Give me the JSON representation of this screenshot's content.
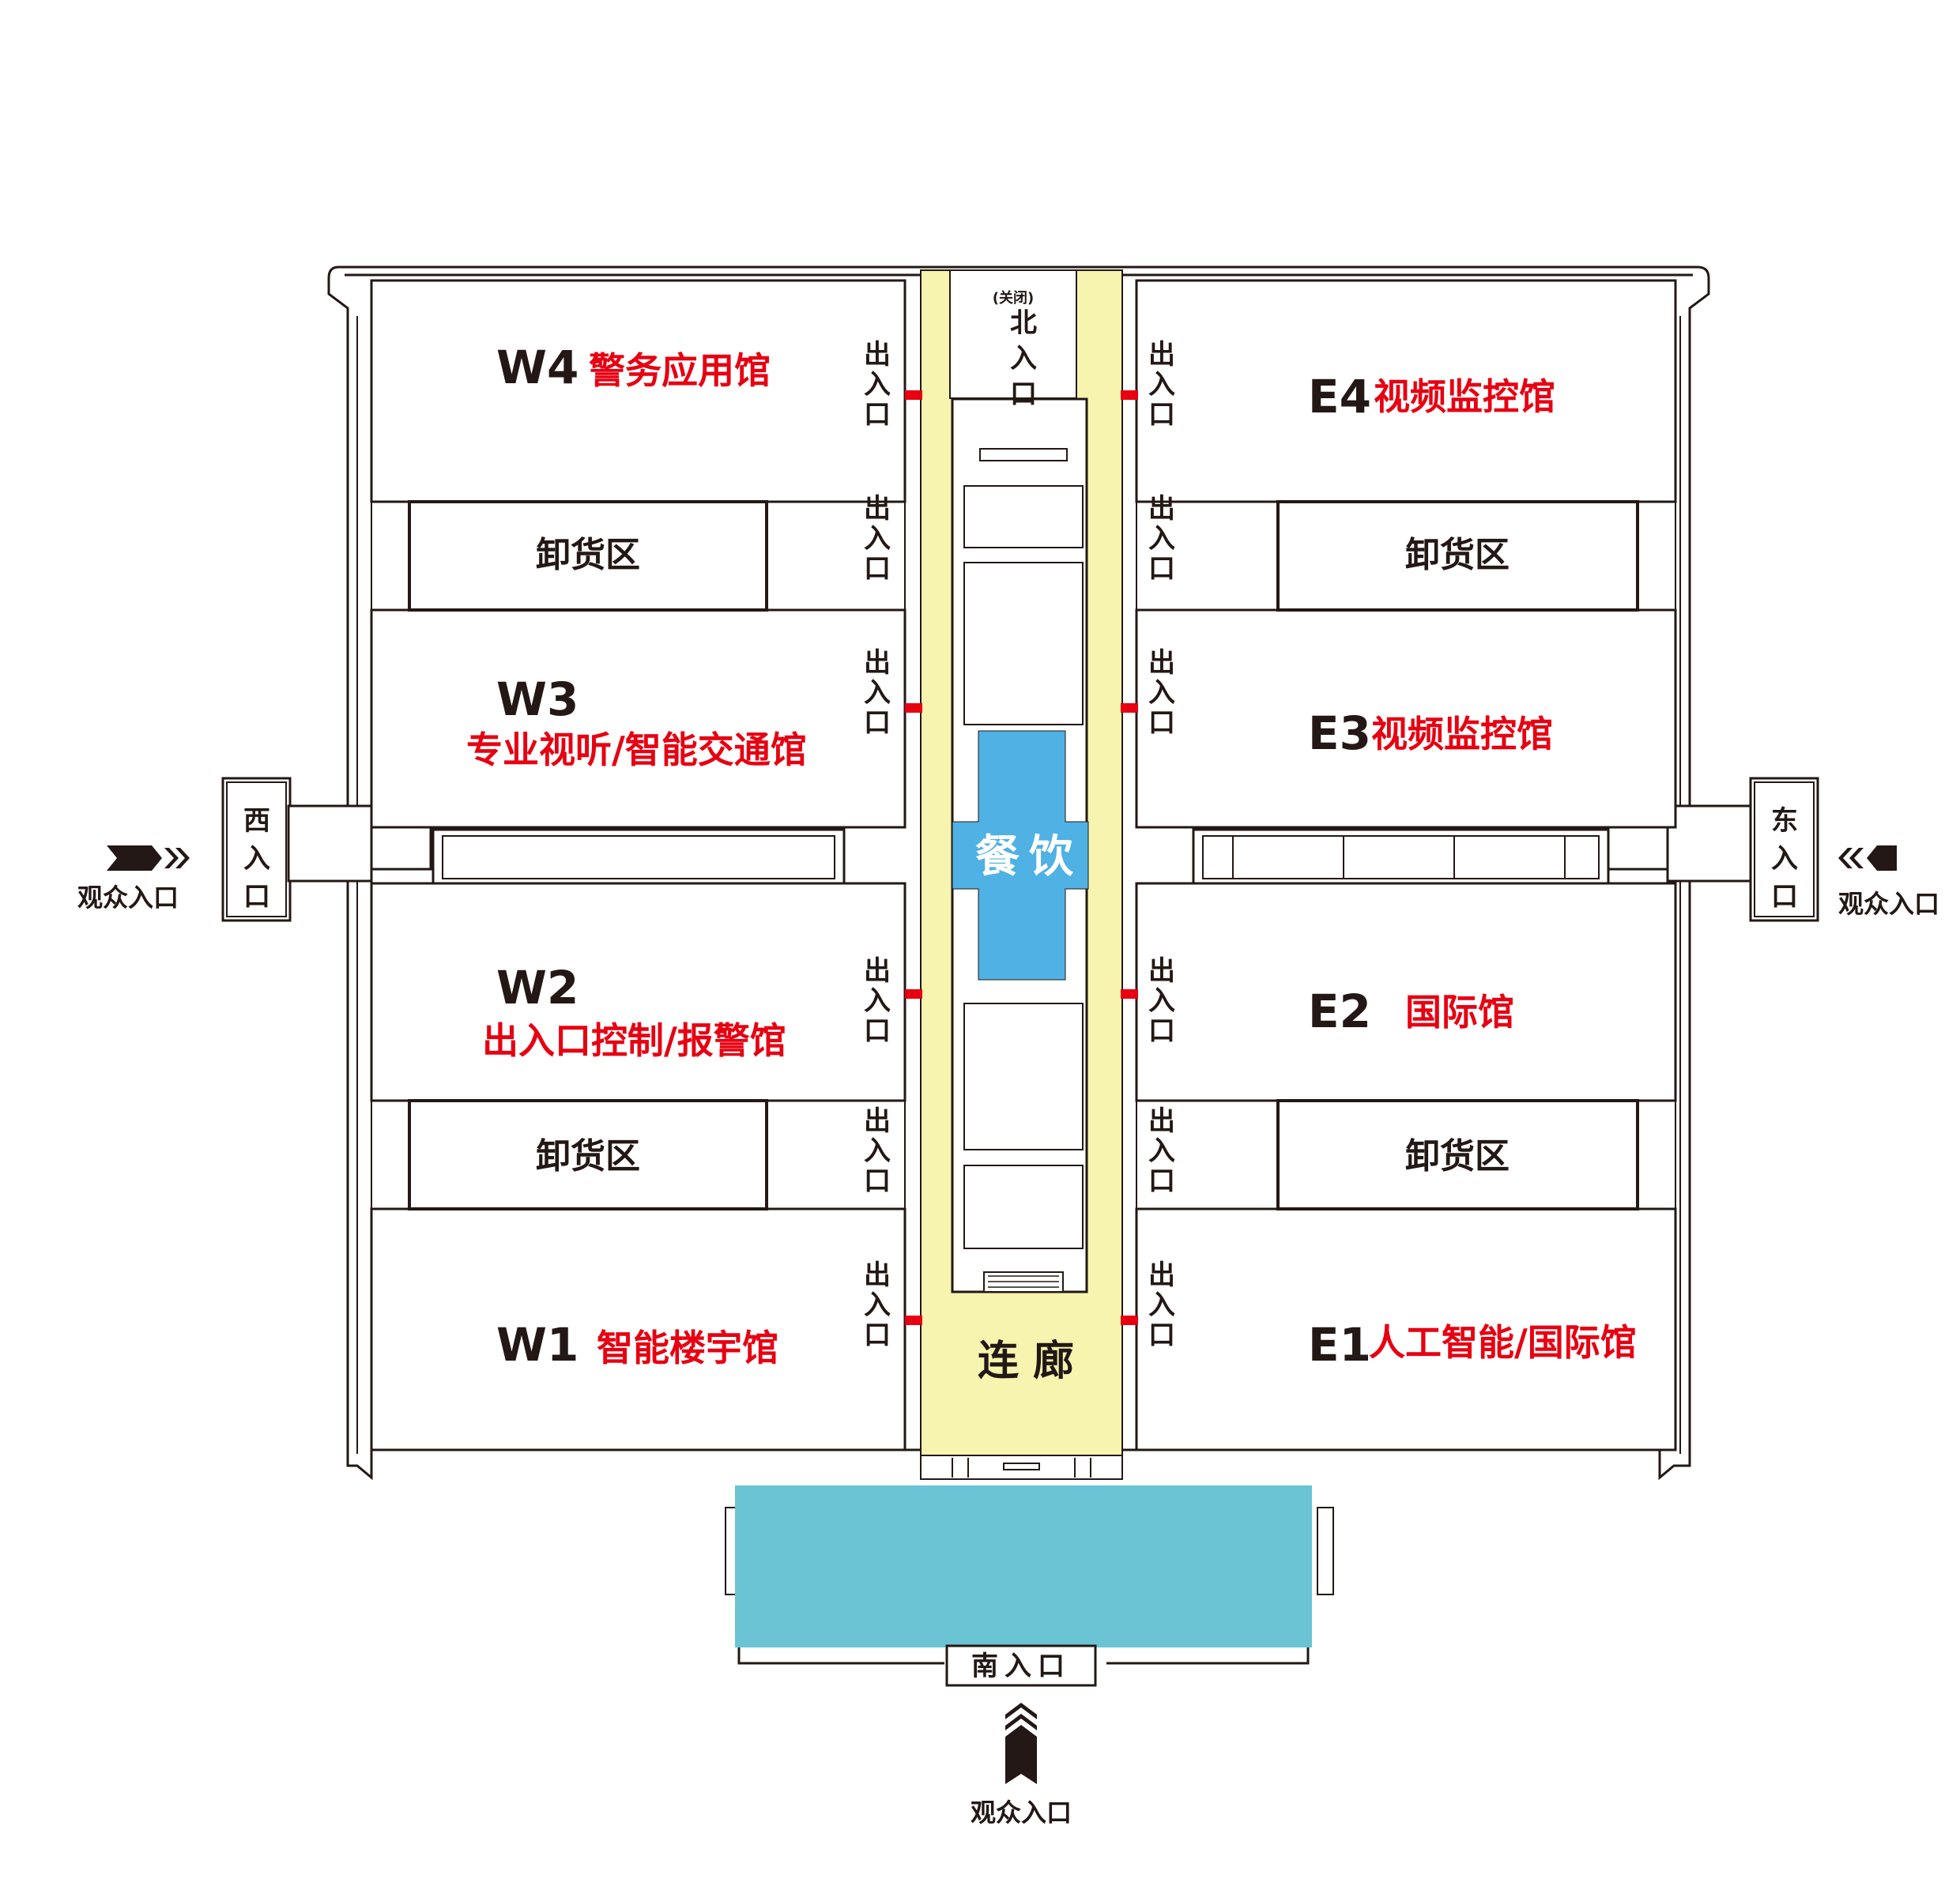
{
  "halls": {
    "w4": {
      "code": "W4",
      "name": "警务应用馆"
    },
    "w3": {
      "code": "W3",
      "name": "专业视听/智能交通馆"
    },
    "w2": {
      "code": "W2",
      "name": "出入口控制/报警馆"
    },
    "w1": {
      "code": "W1",
      "name": "智能楼宇馆"
    },
    "e4": {
      "code": "E4",
      "name": "视频监控馆"
    },
    "e3": {
      "code": "E3",
      "name": "视频监控馆"
    },
    "e2": {
      "code": "E2",
      "name": "国际馆"
    },
    "e1": {
      "code": "E1",
      "name": "人工智能/国际馆"
    }
  },
  "unloading_label": "卸货区",
  "door_label": "出入口",
  "corridor": {
    "dining_chars": [
      "餐",
      "饮"
    ],
    "gallery_label": "连 廊"
  },
  "entrances": {
    "north_closed": "(关闭)",
    "north": "北入口",
    "west": "西入口",
    "east": "东入口",
    "south": "南入口",
    "visitor": "观众入口"
  },
  "colors": {
    "corridor": "#f7f4b0",
    "dining": "#4fb1e4",
    "south_lobby": "#6ac4d4",
    "door_marker": "#e60012",
    "hall_name": "#e60012",
    "outline": "#231815"
  }
}
